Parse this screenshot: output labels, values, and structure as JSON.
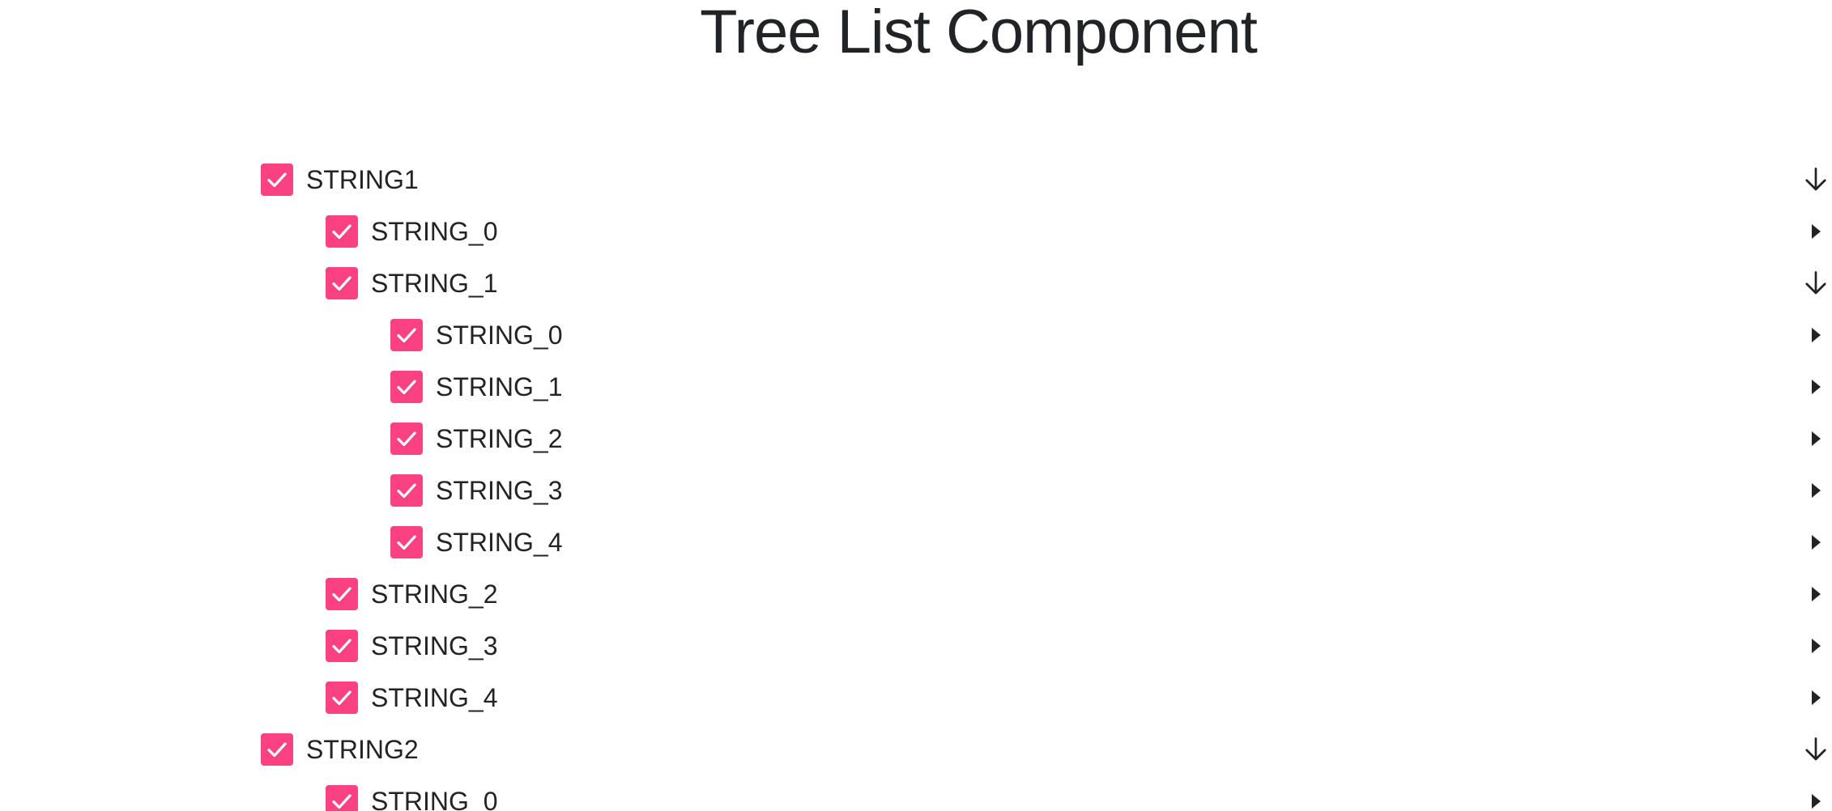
{
  "page": {
    "title": "Tree List Component"
  },
  "colors": {
    "checkbox_fill": "#fa4181",
    "check_mark": "#ffffff",
    "text": "#222326"
  },
  "tree": [
    {
      "label": "STRING1",
      "depth": 0,
      "checked": true,
      "expanded": true
    },
    {
      "label": "STRING_0",
      "depth": 1,
      "checked": true,
      "expanded": false
    },
    {
      "label": "STRING_1",
      "depth": 1,
      "checked": true,
      "expanded": true
    },
    {
      "label": "STRING_0",
      "depth": 2,
      "checked": true,
      "expanded": false
    },
    {
      "label": "STRING_1",
      "depth": 2,
      "checked": true,
      "expanded": false
    },
    {
      "label": "STRING_2",
      "depth": 2,
      "checked": true,
      "expanded": false
    },
    {
      "label": "STRING_3",
      "depth": 2,
      "checked": true,
      "expanded": false
    },
    {
      "label": "STRING_4",
      "depth": 2,
      "checked": true,
      "expanded": false
    },
    {
      "label": "STRING_2",
      "depth": 1,
      "checked": true,
      "expanded": false
    },
    {
      "label": "STRING_3",
      "depth": 1,
      "checked": true,
      "expanded": false
    },
    {
      "label": "STRING_4",
      "depth": 1,
      "checked": true,
      "expanded": false
    },
    {
      "label": "STRING2",
      "depth": 0,
      "checked": true,
      "expanded": true
    },
    {
      "label": "STRING_0",
      "depth": 1,
      "checked": true,
      "expanded": false
    }
  ],
  "icons": {
    "checked": "check-icon",
    "expanded": "arrow-down-icon",
    "collapsed": "caret-right-icon"
  }
}
